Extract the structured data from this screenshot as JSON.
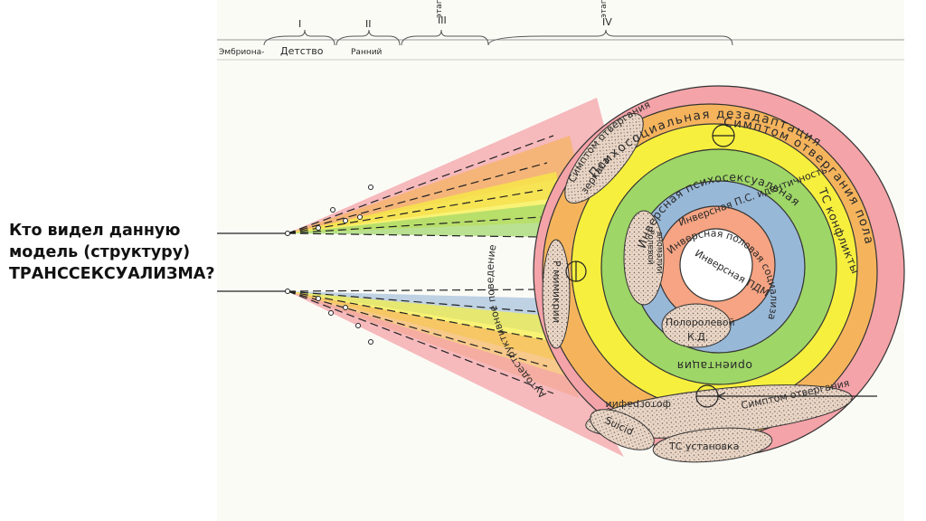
{
  "question": {
    "line1": "Кто видел данную",
    "line2": "модель (структуру)",
    "line3": "ТРАНССЕКСУАЛИЗМА?"
  },
  "timeline": {
    "labels": [
      "Эмбриона-",
      "Детство",
      "Ранний"
    ],
    "stages": [
      "I",
      "II",
      "III",
      "IV"
    ],
    "stage_word": "этап"
  },
  "rings": {
    "outer": "Психосоциальная дезадаптация",
    "symptom_top": "Симптом отвергания пола",
    "tc_conflicts": "ТС конфликты",
    "inverse": "Инверсная психосексуальная",
    "orientation": "ориентация",
    "social": "Инверсная половая социализация",
    "identity": "Инверсная П.С. идентичность",
    "core": "Инверсная ПДМ"
  },
  "blobs": {
    "symptom_tl": "Симптом отвергания",
    "mirror": "зеркала",
    "mimicry": "Р мимикрии",
    "autodestructive": "Аутодеструктивное поведение",
    "symptom_br": "Симптом отвергания",
    "photo": "фотографий",
    "suicid": "Suicid",
    "installation": "ТС установка",
    "body_schema": "Ролевой",
    "body_schema2": "аномалии",
    "role": "Полоролевой",
    "kd": "К.Д."
  },
  "colors": {
    "outer": "#f4a3a8",
    "orange": "#f5b45c",
    "yellow": "#f7ef3e",
    "green": "#9ed667",
    "blue": "#98b8d8",
    "salmon": "#f6a483",
    "core": "#ffffff",
    "blob": "#e8d2c0"
  }
}
